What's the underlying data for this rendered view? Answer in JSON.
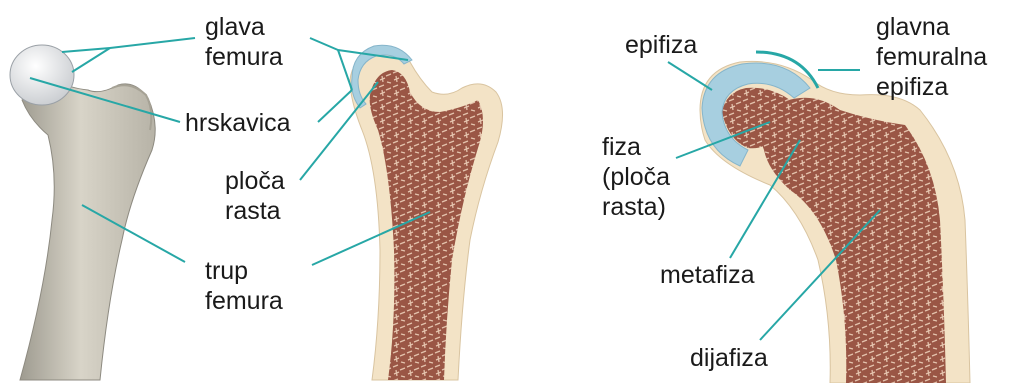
{
  "labels": {
    "glava_femura": [
      "glava",
      "femura"
    ],
    "hrskavica": "hrskavica",
    "ploca_rasta": [
      "ploča",
      "rasta"
    ],
    "trup_femura": [
      "trup",
      "femura"
    ],
    "epifiza": "epifiza",
    "glavna_femuralna_epifiza": [
      "glavna",
      "femuralna",
      "epifiza"
    ],
    "fiza_ploca_rasta": [
      "fiza",
      "(ploča",
      "rasta)"
    ],
    "metafiza": "metafiza",
    "dijafiza": "dijafiza"
  },
  "colors": {
    "leader_line": "#27a7a6",
    "cartilage": "#a7cfe0",
    "bone_outer": "#f3e3c6",
    "marrow": "#8d4a3a",
    "femur_grey": "#c5c1b4"
  }
}
